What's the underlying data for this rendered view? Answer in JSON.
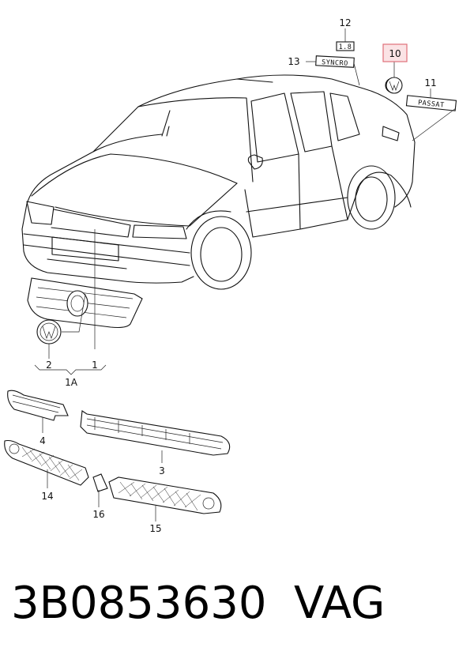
{
  "callouts": {
    "c1": "1",
    "c2": "2",
    "c1a": "1A",
    "c3": "3",
    "c4": "4",
    "c10": "10",
    "c11": "11",
    "c12": "12",
    "c13": "13",
    "c14": "14",
    "c15": "15",
    "c16": "16"
  },
  "badges": {
    "b12": "1.8",
    "b13": "SYNCRO",
    "b11": "PASSAT"
  },
  "highlight_color": "#e0707a",
  "footer": {
    "part_number": "3B0853630",
    "brand": "VAG"
  }
}
